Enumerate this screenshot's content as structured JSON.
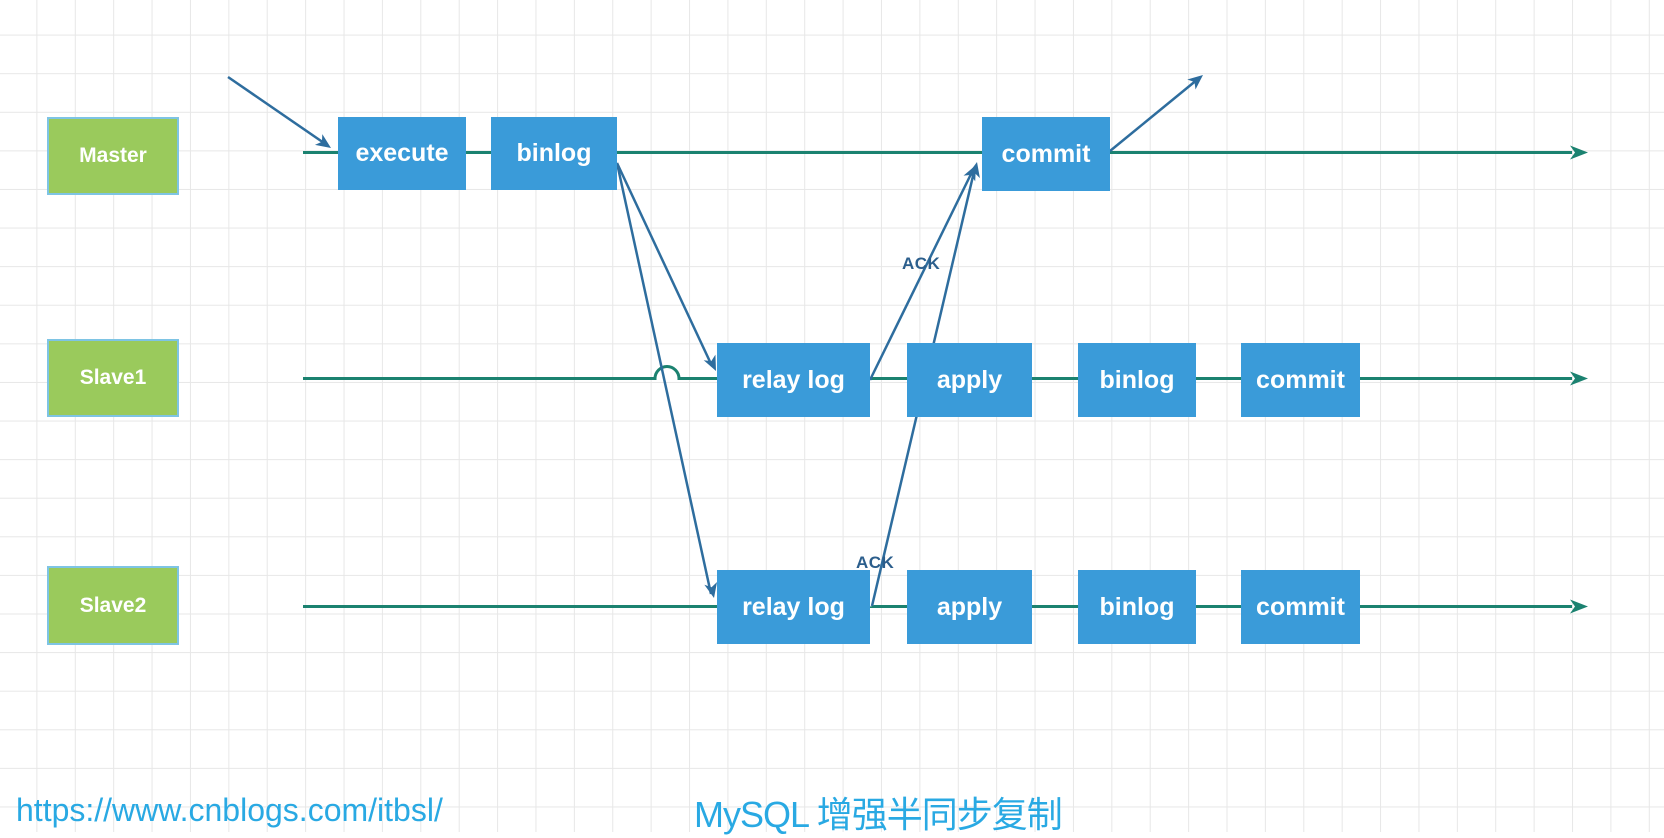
{
  "diagram": {
    "nodes": {
      "master": {
        "label": "Master"
      },
      "slave1": {
        "label": "Slave1"
      },
      "slave2": {
        "label": "Slave2"
      }
    },
    "master_row": {
      "execute": "execute",
      "binlog": "binlog",
      "commit": "commit"
    },
    "slave1_row": {
      "relaylog": "relay log",
      "apply": "apply",
      "binlog": "binlog",
      "commit": "commit",
      "ack": "ACK"
    },
    "slave2_row": {
      "relaylog": "relay log",
      "apply": "apply",
      "binlog": "binlog",
      "commit": "commit",
      "ack": "ACK"
    },
    "colors": {
      "node_green": "#9aca5c",
      "node_green_border": "#7ec4e4",
      "step_blue": "#3a9bd9",
      "timeline_green": "#1b8270",
      "arrow_blue": "#2e6d9e",
      "ack_text": "#2b5e8c",
      "footer_text": "#29a9e3",
      "grid": "#e7e7e7"
    }
  },
  "footer": {
    "url": "https://www.cnblogs.com/itbsl/",
    "title": "MySQL 增强半同步复制"
  }
}
